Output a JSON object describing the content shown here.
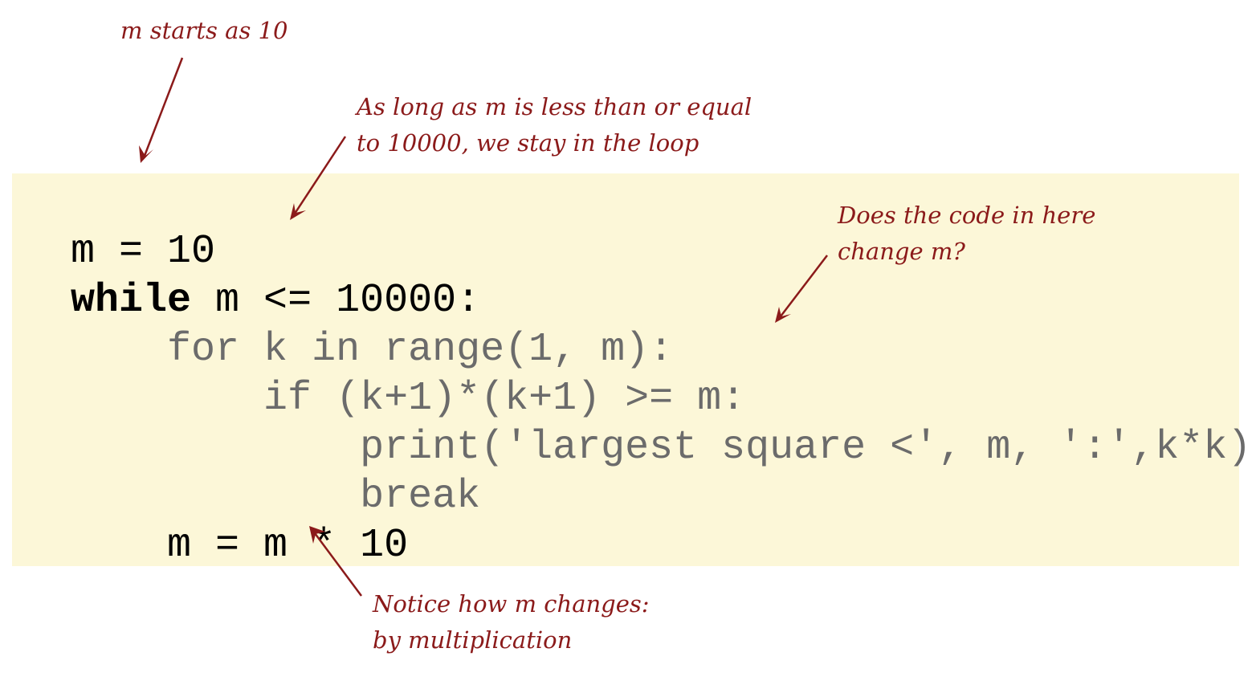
{
  "code": {
    "line1": "m = 10",
    "line2_kw": "while",
    "line2_rest": " m <= 10000:",
    "line3": "    for k in range(1, m):",
    "line4": "        if (k+1)*(k+1) >= m:",
    "line5": "            print('largest square <', m, ':',k*k)",
    "line6": "            break",
    "line7": "    m = m * 10",
    "colors": {
      "active": "#000000",
      "dimmed": "#6b6b6b",
      "panel_background": "#fcf7d8"
    }
  },
  "annotations": {
    "start": {
      "line1": "m starts as 10"
    },
    "condition": {
      "line1": "As long as m is less than or equal",
      "line2": "to 10000, we stay in the loop"
    },
    "inner": {
      "line1": "Does the code in here",
      "line2": "change m?"
    },
    "update": {
      "line1": "Notice how m changes:",
      "line2": "by multiplication"
    },
    "color": "#8b1a1a"
  }
}
